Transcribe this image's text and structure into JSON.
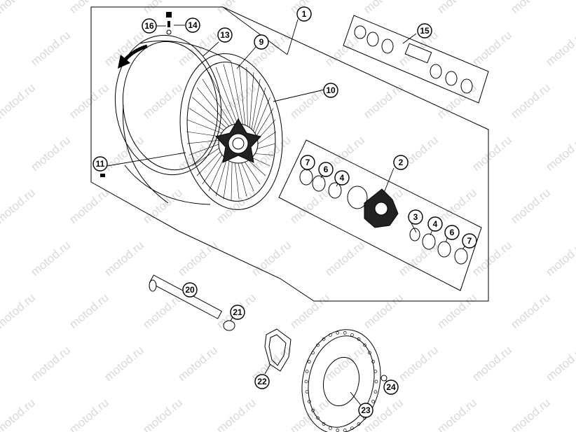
{
  "watermark": {
    "text": "motod.ru",
    "color": "#d9d9d9"
  },
  "callouts": [
    {
      "key": "c1",
      "label": "1"
    },
    {
      "key": "c2",
      "label": "2"
    },
    {
      "key": "c3",
      "label": "3"
    },
    {
      "key": "c4a",
      "label": "4"
    },
    {
      "key": "c4b",
      "label": "4"
    },
    {
      "key": "c6a",
      "label": "6"
    },
    {
      "key": "c6b",
      "label": "6"
    },
    {
      "key": "c7a",
      "label": "7"
    },
    {
      "key": "c7b",
      "label": "7"
    },
    {
      "key": "c9",
      "label": "9"
    },
    {
      "key": "c10",
      "label": "10"
    },
    {
      "key": "c11",
      "label": "11"
    },
    {
      "key": "c13",
      "label": "13"
    },
    {
      "key": "c14",
      "label": "14"
    },
    {
      "key": "c15",
      "label": "15"
    },
    {
      "key": "c16",
      "label": "16"
    },
    {
      "key": "c20",
      "label": "20"
    },
    {
      "key": "c21",
      "label": "21"
    },
    {
      "key": "c22",
      "label": "22"
    },
    {
      "key": "c23",
      "label": "23"
    },
    {
      "key": "c24",
      "label": "24"
    }
  ],
  "direction_arrow": {
    "icon": "rotation-arrow-icon"
  }
}
